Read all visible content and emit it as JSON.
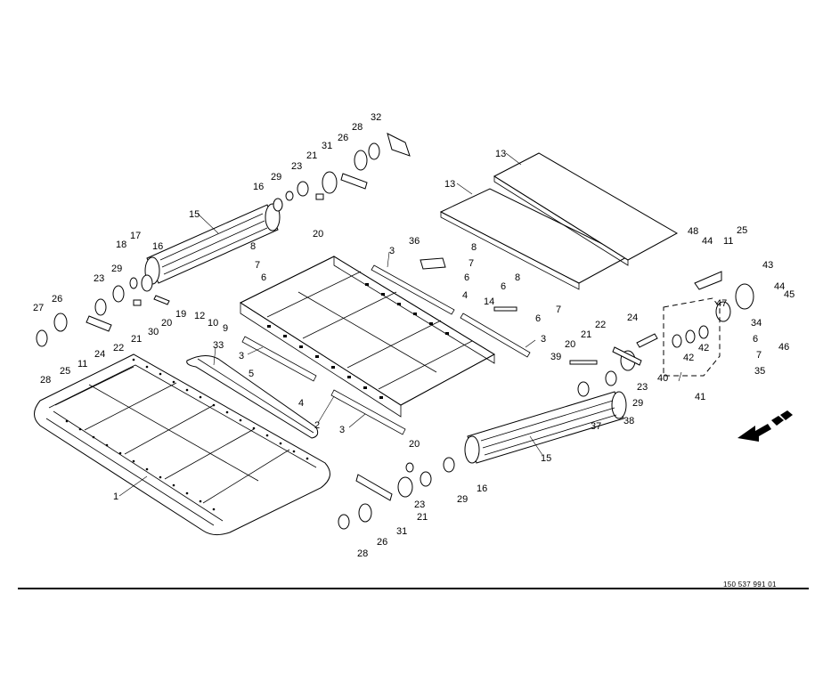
{
  "drawing": {
    "document_number": "150 537 991 01",
    "callouts": [
      {
        "id": "c1",
        "text": "1"
      },
      {
        "id": "c2",
        "text": "2"
      },
      {
        "id": "c3a",
        "text": "3"
      },
      {
        "id": "c3b",
        "text": "3"
      },
      {
        "id": "c3c",
        "text": "3"
      },
      {
        "id": "c3d",
        "text": "3"
      },
      {
        "id": "c4a",
        "text": "4"
      },
      {
        "id": "c4b",
        "text": "4"
      },
      {
        "id": "c5",
        "text": "5"
      },
      {
        "id": "c6a",
        "text": "6"
      },
      {
        "id": "c6b",
        "text": "6"
      },
      {
        "id": "c6c",
        "text": "6"
      },
      {
        "id": "c6d",
        "text": "6"
      },
      {
        "id": "c6e",
        "text": "6"
      },
      {
        "id": "c7a",
        "text": "7"
      },
      {
        "id": "c7b",
        "text": "7"
      },
      {
        "id": "c7c",
        "text": "7"
      },
      {
        "id": "c7d",
        "text": "7"
      },
      {
        "id": "c8a",
        "text": "8"
      },
      {
        "id": "c8b",
        "text": "8"
      },
      {
        "id": "c8c",
        "text": "8"
      },
      {
        "id": "c9",
        "text": "9"
      },
      {
        "id": "c10",
        "text": "10"
      },
      {
        "id": "c11a",
        "text": "11"
      },
      {
        "id": "c11b",
        "text": "11"
      },
      {
        "id": "c12",
        "text": "12"
      },
      {
        "id": "c13a",
        "text": "13"
      },
      {
        "id": "c13b",
        "text": "13"
      },
      {
        "id": "c14",
        "text": "14"
      },
      {
        "id": "c15a",
        "text": "15"
      },
      {
        "id": "c15b",
        "text": "15"
      },
      {
        "id": "c16a",
        "text": "16"
      },
      {
        "id": "c16b",
        "text": "16"
      },
      {
        "id": "c16c",
        "text": "16"
      },
      {
        "id": "c17",
        "text": "17"
      },
      {
        "id": "c18",
        "text": "18"
      },
      {
        "id": "c19",
        "text": "19"
      },
      {
        "id": "c20a",
        "text": "20"
      },
      {
        "id": "c20b",
        "text": "20"
      },
      {
        "id": "c20c",
        "text": "20"
      },
      {
        "id": "c20d",
        "text": "20"
      },
      {
        "id": "c21a",
        "text": "21"
      },
      {
        "id": "c21b",
        "text": "21"
      },
      {
        "id": "c21c",
        "text": "21"
      },
      {
        "id": "c21d",
        "text": "21"
      },
      {
        "id": "c22a",
        "text": "22"
      },
      {
        "id": "c22b",
        "text": "22"
      },
      {
        "id": "c23a",
        "text": "23"
      },
      {
        "id": "c23b",
        "text": "23"
      },
      {
        "id": "c23c",
        "text": "23"
      },
      {
        "id": "c23d",
        "text": "23"
      },
      {
        "id": "c24a",
        "text": "24"
      },
      {
        "id": "c24b",
        "text": "24"
      },
      {
        "id": "c25a",
        "text": "25"
      },
      {
        "id": "c25b",
        "text": "25"
      },
      {
        "id": "c26a",
        "text": "26"
      },
      {
        "id": "c26b",
        "text": "26"
      },
      {
        "id": "c26c",
        "text": "26"
      },
      {
        "id": "c27",
        "text": "27"
      },
      {
        "id": "c28a",
        "text": "28"
      },
      {
        "id": "c28b",
        "text": "28"
      },
      {
        "id": "c28c",
        "text": "28"
      },
      {
        "id": "c29a",
        "text": "29"
      },
      {
        "id": "c29b",
        "text": "29"
      },
      {
        "id": "c29c",
        "text": "29"
      },
      {
        "id": "c29d",
        "text": "29"
      },
      {
        "id": "c30",
        "text": "30"
      },
      {
        "id": "c31a",
        "text": "31"
      },
      {
        "id": "c31b",
        "text": "31"
      },
      {
        "id": "c32",
        "text": "32"
      },
      {
        "id": "c33",
        "text": "33"
      },
      {
        "id": "c34",
        "text": "34"
      },
      {
        "id": "c35",
        "text": "35"
      },
      {
        "id": "c36",
        "text": "36"
      },
      {
        "id": "c37",
        "text": "37"
      },
      {
        "id": "c38",
        "text": "38"
      },
      {
        "id": "c39",
        "text": "39"
      },
      {
        "id": "c40",
        "text": "40"
      },
      {
        "id": "c41",
        "text": "41"
      },
      {
        "id": "c42a",
        "text": "42"
      },
      {
        "id": "c42b",
        "text": "42"
      },
      {
        "id": "c43",
        "text": "43"
      },
      {
        "id": "c44a",
        "text": "44"
      },
      {
        "id": "c44b",
        "text": "44"
      },
      {
        "id": "c45",
        "text": "45"
      },
      {
        "id": "c46",
        "text": "46"
      },
      {
        "id": "c47",
        "text": "47"
      },
      {
        "id": "c48",
        "text": "48"
      }
    ]
  }
}
